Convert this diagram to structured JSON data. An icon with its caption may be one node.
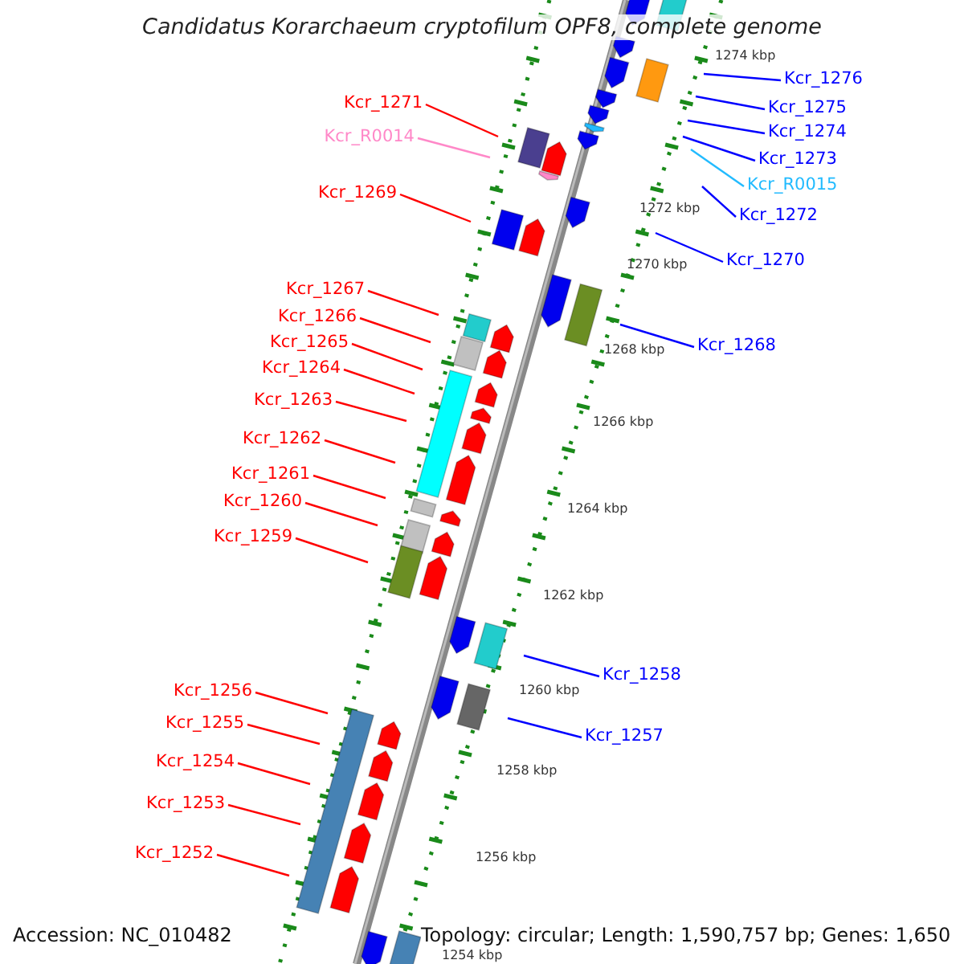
{
  "diagram": {
    "title": "Candidatus Korarchaeum cryptofilum OPF8, complete genome",
    "nodes": [
      {
        "text": [
          "Kcr_1276"
        ]
      },
      {
        "text": [
          "Kcr_1271"
        ]
      },
      {
        "text": [
          "Kcr_1275"
        ]
      },
      {
        "text": [
          "Kcr_1274"
        ]
      },
      {
        "text": [
          "Kcr_R0014"
        ]
      },
      {
        "text": [
          "Kcr_1273"
        ]
      },
      {
        "text": [
          "Kcr_R0015"
        ]
      },
      {
        "text": [
          "Kcr_1269"
        ]
      },
      {
        "text": [
          "Kcr_1272"
        ]
      },
      {
        "text": [
          "Kcr_1270"
        ]
      },
      {
        "text": [
          "Kcr_1267"
        ]
      },
      {
        "text": [
          "Kcr_1266"
        ]
      },
      {
        "text": [
          "Kcr_1265"
        ]
      },
      {
        "text": [
          "Kcr_1268"
        ]
      },
      {
        "text": [
          "Kcr_1264"
        ]
      },
      {
        "text": [
          "Kcr_1263"
        ]
      },
      {
        "text": [
          "Kcr_1262"
        ]
      },
      {
        "text": [
          "Kcr_1261"
        ]
      },
      {
        "text": [
          "Kcr_1260"
        ]
      },
      {
        "text": [
          "Kcr_1259"
        ]
      },
      {
        "text": [
          "Kcr_1258"
        ]
      },
      {
        "text": [
          "Kcr_1256"
        ]
      },
      {
        "text": [
          "Kcr_1255"
        ]
      },
      {
        "text": [
          "Kcr_1257"
        ]
      },
      {
        "text": [
          "Kcr_1254"
        ]
      },
      {
        "text": [
          "Kcr_1253"
        ]
      },
      {
        "text": [
          "Kcr_1252"
        ]
      }
    ],
    "edges": [
      {
        "from": 0,
        "to": null,
        "arrow": "none",
        "color": "#0000ff"
      },
      {
        "from": 1,
        "to": null,
        "arrow": "none"
      },
      {
        "from": 2,
        "to": null,
        "arrow": "none",
        "color": "#0000ff"
      },
      {
        "from": 3,
        "to": null,
        "arrow": "none",
        "color": "#0000ff"
      },
      {
        "from": 4,
        "to": null,
        "arrow": "none",
        "color": "#ff88c8"
      },
      {
        "from": 5,
        "to": null,
        "arrow": "none",
        "color": "#0000ff"
      },
      {
        "from": 6,
        "to": null,
        "arrow": "none",
        "color": "#22bbff"
      },
      {
        "from": 7,
        "to": null,
        "arrow": "none"
      },
      {
        "from": 8,
        "to": null,
        "arrow": "none",
        "color": "#0000ff"
      },
      {
        "from": 9,
        "to": null,
        "arrow": "none",
        "color": "#0000ff"
      },
      {
        "from": 10,
        "to": null,
        "arrow": "none"
      },
      {
        "from": 11,
        "to": null,
        "arrow": "none"
      },
      {
        "from": 12,
        "to": null,
        "arrow": "none"
      },
      {
        "from": 13,
        "to": null,
        "arrow": "none",
        "color": "#0000ff"
      },
      {
        "from": 14,
        "to": null,
        "arrow": "none"
      },
      {
        "from": 15,
        "to": null,
        "arrow": "none"
      },
      {
        "from": 16,
        "to": null,
        "arrow": "none"
      },
      {
        "from": 17,
        "to": null,
        "arrow": "none"
      },
      {
        "from": 18,
        "to": null,
        "arrow": "none"
      },
      {
        "from": 19,
        "to": null,
        "arrow": "none"
      },
      {
        "from": 20,
        "to": null,
        "arrow": "none",
        "color": "#0000ff"
      },
      {
        "from": 21,
        "to": null,
        "arrow": "none"
      },
      {
        "from": 22,
        "to": null,
        "arrow": "none"
      },
      {
        "from": 23,
        "to": null,
        "arrow": "none",
        "color": "#0000ff"
      },
      {
        "from": 24,
        "to": null,
        "arrow": "none"
      },
      {
        "from": 25,
        "to": null,
        "arrow": "none"
      },
      {
        "from": 26,
        "to": null,
        "arrow": "none"
      }
    ],
    "labels": [
      "1274 kbp",
      "1272 kbp",
      "1270 kbp",
      "1268 kbp",
      "1266 kbp",
      "1264 kbp",
      "1262 kbp",
      "1260 kbp",
      "1258 kbp",
      "1256 kbp",
      "1254 kbp",
      "Accession: NC_010482",
      "Topology: circular; Length: 1,590,757 bp; Genes: 1,650"
    ]
  }
}
